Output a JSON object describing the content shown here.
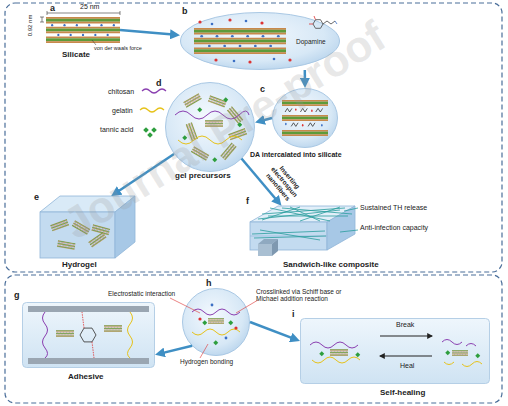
{
  "diagram": {
    "nodes": [
      {
        "text": [
          "a",
          "Silicate"
        ]
      },
      {
        "text": [
          "b",
          "Dopamine"
        ]
      },
      {
        "text": [
          "c",
          "DA intercalated into silicate"
        ]
      },
      {
        "text": [
          "d",
          "gel precursors"
        ]
      },
      {
        "text": [
          "e",
          "Hydrogel"
        ]
      },
      {
        "text": [
          "f",
          "Sustained TH release",
          "Anti-infection capacity",
          "Sandwich-like composite"
        ]
      },
      {
        "text": [
          "g",
          "Adhesive"
        ]
      },
      {
        "text": [
          "h"
        ]
      },
      {
        "text": [
          "i",
          "Break",
          "Heal",
          "Self-healing"
        ]
      }
    ],
    "edges": [
      {
        "from": 0,
        "to": 1,
        "arrow": "to"
      },
      {
        "from": 1,
        "to": 2,
        "arrow": "to"
      },
      {
        "from": 2,
        "to": 3,
        "arrow": "to"
      },
      {
        "from": 3,
        "to": 4,
        "arrow": "to"
      },
      {
        "from": 3,
        "to": 5,
        "label": "Inserting electrospun nanofibers",
        "arrow": "to"
      },
      {
        "from": 7,
        "to": 6,
        "arrow": "to"
      },
      {
        "from": 7,
        "to": 8,
        "arrow": "to"
      }
    ],
    "labels": [
      "25 nm",
      "0.92 nm",
      "von der waals force",
      "Electrostatic interaction",
      "Crosslinked via Schiff base or Michael addition reaction",
      "Hydrogen bonding",
      "Journal Pre-proof"
    ],
    "legend": [
      {
        "text": "chitosan"
      },
      {
        "text": "gelatin"
      },
      {
        "text": "tannic acid"
      }
    ]
  }
}
